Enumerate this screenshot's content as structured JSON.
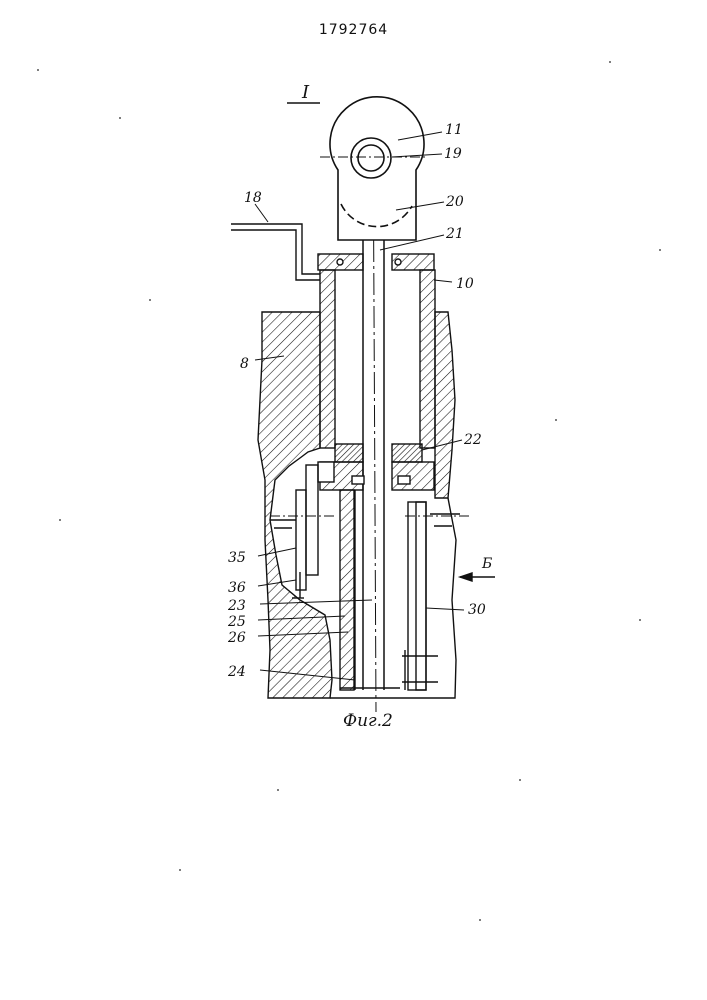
{
  "document": {
    "patent_number": "1792764",
    "view_label": "I",
    "figure_caption": "Фиг.2",
    "direction_label": "Б"
  },
  "callouts": {
    "c11": "11",
    "c19": "19",
    "c20": "20",
    "c18": "18",
    "c21": "21",
    "c10": "10",
    "c8": "8",
    "c22": "22",
    "c35": "35",
    "c36": "36",
    "c23": "23",
    "c25": "25",
    "c26": "26",
    "c24": "24",
    "c30": "30"
  },
  "colors": {
    "ink": "#111111",
    "paper": "#ffffff"
  }
}
